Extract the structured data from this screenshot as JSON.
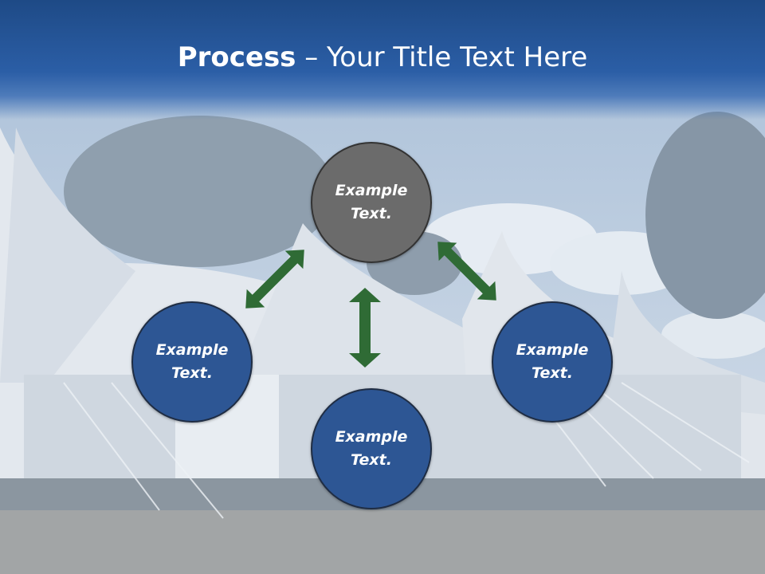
{
  "title": {
    "bold": "Process",
    "rest": " – Your Title Text Here"
  },
  "colors": {
    "header": "#2b5ea6",
    "circle_blue": "#2d5694",
    "circle_gray": "#6b6b6b",
    "arrow": "#2f6b35"
  },
  "nodes": [
    {
      "line1": "Example",
      "line2": "Text."
    },
    {
      "line1": "Example",
      "line2": "Text."
    },
    {
      "line1": "Example",
      "line2": "Text."
    },
    {
      "line1": "Example",
      "line2": "Text."
    }
  ]
}
